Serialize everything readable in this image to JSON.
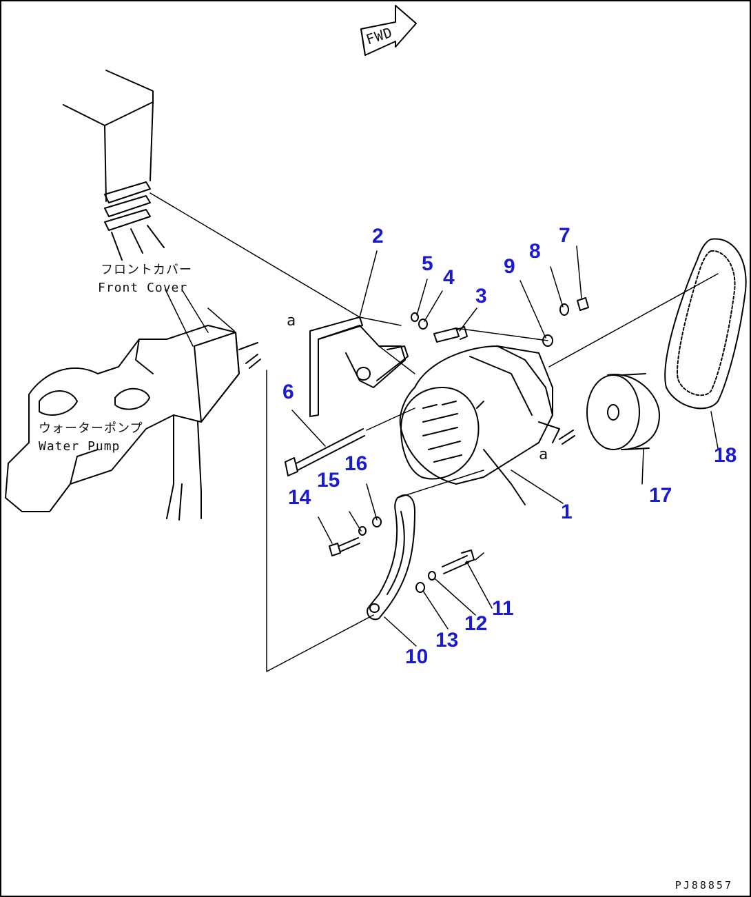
{
  "callouts": [
    "1",
    "2",
    "3",
    "4",
    "5",
    "6",
    "7",
    "8",
    "9",
    "10",
    "11",
    "12",
    "13",
    "14",
    "15",
    "16",
    "17",
    "18"
  ],
  "labels": {
    "fwd": "FWD",
    "front_cover_jp": "フロントカバー",
    "front_cover_en": "Front Cover",
    "water_pump_jp": "ウォーターポンプ",
    "water_pump_en": "Water Pump",
    "ref_a1": "a",
    "ref_a2": "a"
  },
  "drawing_code": "PJ88857",
  "colors": {
    "callout": "#1a1ad0",
    "line": "#000000",
    "background": "#ffffff"
  }
}
